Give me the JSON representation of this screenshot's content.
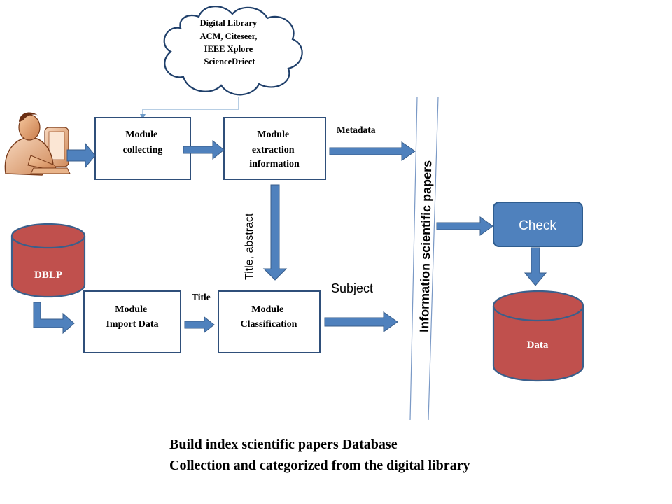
{
  "cloud": {
    "lines": [
      "Digital Library",
      "ACM, Citeseer,",
      "IEEE Xplore",
      "ScienceDriect"
    ]
  },
  "boxes": {
    "collecting": [
      "Module",
      "collecting"
    ],
    "extraction": [
      "Module",
      "extraction",
      "information"
    ],
    "import": [
      "Module",
      "Import Data"
    ],
    "classification": [
      "Module",
      "Classification"
    ],
    "check": "Check"
  },
  "cylinders": {
    "dblp": "DBLP",
    "data": "Data"
  },
  "edge_labels": {
    "metadata": "Metadata",
    "title_abstract": "Title, abstract",
    "title": "Title",
    "subject": "Subject"
  },
  "band_label": "Information scientific papers",
  "caption": {
    "line1": "Build   index scientific papers Database",
    "line2": "Collection and categorized from the digital library"
  },
  "colors": {
    "arrow_fill": "#4f81bd",
    "arrow_stroke": "#385d8a",
    "cylinder_fill": "#c0504d",
    "cylinder_stroke": "#3a5f8b",
    "check_fill": "#4f81bd",
    "band_line": "#7a99c6"
  },
  "icons": {
    "user": "person-at-computer-icon"
  }
}
